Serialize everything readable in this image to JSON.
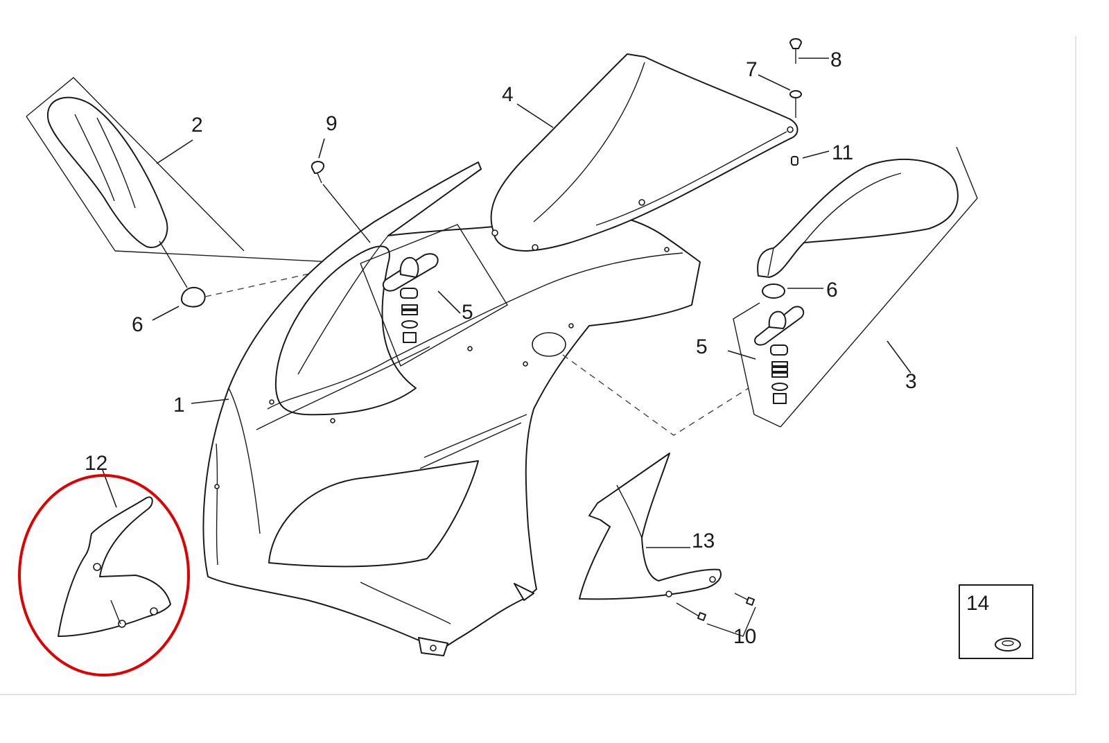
{
  "diagram": {
    "callouts": [
      {
        "id": "c1",
        "text": "1"
      },
      {
        "id": "c2",
        "text": "2"
      },
      {
        "id": "c3",
        "text": "3"
      },
      {
        "id": "c4",
        "text": "4"
      },
      {
        "id": "c5a",
        "text": "5"
      },
      {
        "id": "c5b",
        "text": "5"
      },
      {
        "id": "c6a",
        "text": "6"
      },
      {
        "id": "c6b",
        "text": "6"
      },
      {
        "id": "c7",
        "text": "7"
      },
      {
        "id": "c8",
        "text": "8"
      },
      {
        "id": "c9",
        "text": "9"
      },
      {
        "id": "c10",
        "text": "10"
      },
      {
        "id": "c11",
        "text": "11"
      },
      {
        "id": "c12",
        "text": "12"
      },
      {
        "id": "c13",
        "text": "13"
      },
      {
        "id": "c14",
        "text": "14"
      }
    ],
    "highlight_color": "#e00000",
    "line_color": "#1a1a1a"
  }
}
